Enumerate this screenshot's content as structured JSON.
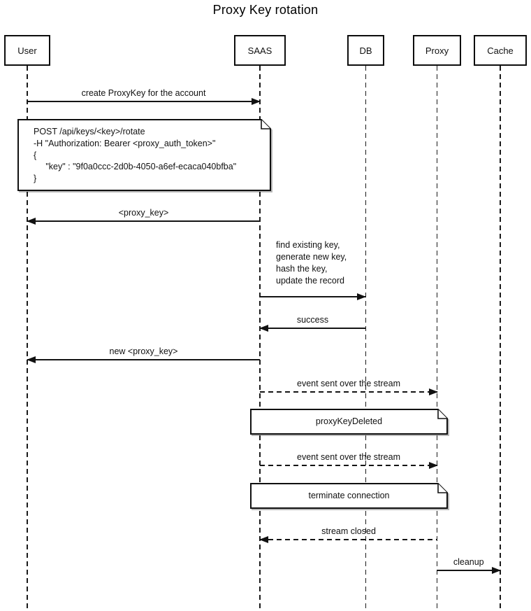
{
  "diagram": {
    "title": "Proxy Key rotation",
    "actors": [
      {
        "name": "User"
      },
      {
        "name": "SAAS"
      },
      {
        "name": "DB"
      },
      {
        "name": "Proxy"
      },
      {
        "name": "Cache"
      }
    ],
    "messages": [
      {
        "label": "create ProxyKey for the account",
        "from": "User",
        "to": "SAAS",
        "line": "solid"
      },
      {
        "label": "<proxy_key>",
        "from": "SAAS",
        "to": "User",
        "line": "solid"
      },
      {
        "label": "find existing key,\ngenerate new key,\nhash the key,\nupdate the record",
        "from": "SAAS",
        "to": "DB",
        "line": "solid"
      },
      {
        "label": "success",
        "from": "DB",
        "to": "SAAS",
        "line": "solid"
      },
      {
        "label": "new <proxy_key>",
        "from": "SAAS",
        "to": "User",
        "line": "solid"
      },
      {
        "label": "event sent over the stream",
        "from": "SAAS",
        "to": "Proxy",
        "line": "dashed"
      },
      {
        "label": "event sent over the stream",
        "from": "SAAS",
        "to": "Proxy",
        "line": "dashed"
      },
      {
        "label": "stream closed",
        "from": "Proxy",
        "to": "SAAS",
        "line": "dashed"
      },
      {
        "label": "cleanup",
        "from": "Proxy",
        "to": "Cache",
        "line": "solid"
      }
    ],
    "notes": [
      {
        "text": "POST /api/keys/<key>/rotate\n-H \"Authorization: Bearer <proxy_auth_token>\"\n{\n     \"key\" : \"9f0a0ccc-2d0b-4050-a6ef-ecaca040bfba\"\n}"
      },
      {
        "text": "proxyKeyDeleted"
      },
      {
        "text": "terminate connection"
      }
    ],
    "colors": {
      "line": "#111111",
      "background": "#ffffff"
    }
  }
}
